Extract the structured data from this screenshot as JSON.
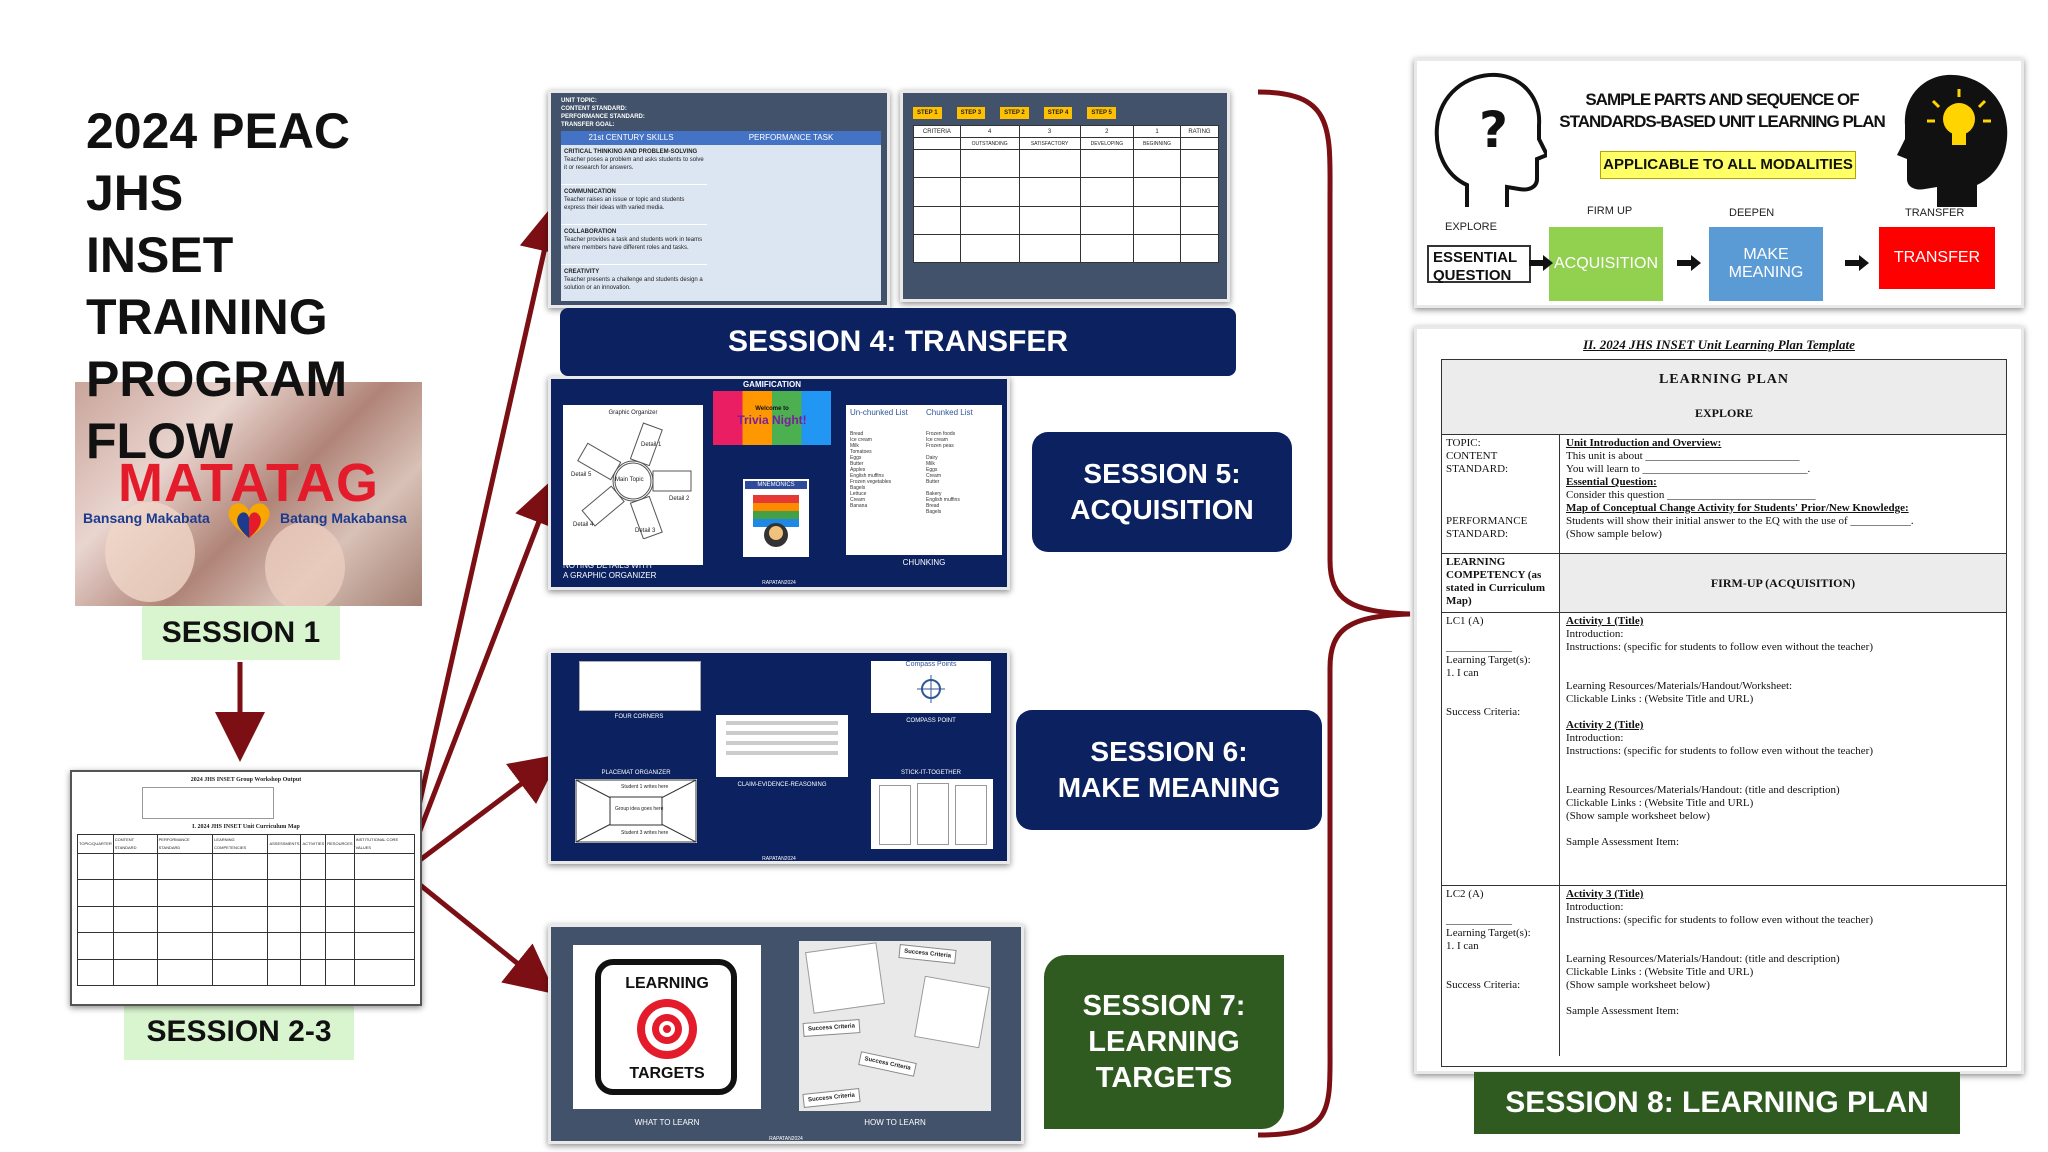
{
  "title_lines": [
    "2024 PEAC",
    "JHS",
    "INSET",
    "TRAINING",
    "PROGRAM",
    "FLOW"
  ],
  "matatag": {
    "word": "MATATAG",
    "left": "Bansang Makabata",
    "right": "Batang Makabansa"
  },
  "session1": "SESSION 1",
  "session23": "SESSION 2-3",
  "s23_doc": {
    "header": "2024 JHS INSET Group Workshop Output",
    "map_title": "I.   2024 JHS INSET Unit Curriculum Map",
    "cols": [
      "TOPIC/QUARTER",
      "CONTENT STANDARD",
      "PERFORMANCE STANDARD",
      "LEARNING COMPETENCIES",
      "ASSESSMENTS",
      "ACTIVITIES",
      "RESOURCES",
      "INSTITUTIONAL CORE VALUES"
    ]
  },
  "session4": "SESSION 4: TRANSFER",
  "s4_left": {
    "meta": [
      "UNIT TOPIC:",
      "CONTENT STANDARD:",
      "PERFORMANCE STANDARD:",
      "TRANSFER GOAL:"
    ],
    "h1": "21st CENTURY SKILLS",
    "h2": "PERFORMANCE TASK",
    "rows": [
      {
        "t": "CRITICAL THINKING AND PROBLEM-SOLVING",
        "d": "Teacher poses a problem and asks students to solve it or research for answers."
      },
      {
        "t": "COMMUNICATION",
        "d": "Teacher raises an issue or topic and students express their ideas with varied media."
      },
      {
        "t": "COLLABORATION",
        "d": "Teacher provides a task and students work in teams where members have different roles and tasks."
      },
      {
        "t": "CREATIVITY",
        "d": "Teacher presents a challenge and students design a solution or an innovation."
      }
    ]
  },
  "s4_right": {
    "steps": [
      "STEP 1",
      "STEP 3",
      "STEP 2",
      "STEP 4",
      "STEP 5"
    ],
    "header": [
      "CRITERIA",
      "4",
      "3",
      "2",
      "1",
      "RATING"
    ],
    "sub": [
      "",
      "OUTSTANDING",
      "SATISFACTORY",
      "DEVELOPING",
      "BEGINNING",
      ""
    ]
  },
  "session5": [
    "SESSION 5:",
    "ACQUISITION"
  ],
  "s5": {
    "organizer_title": "Graphic Organizer",
    "organizer_label": [
      "NOTING DETAILS WITH",
      "A GRAPHIC ORGANIZER"
    ],
    "center": "Main Topic",
    "spokes": [
      "Detail 1",
      "Detail 2",
      "Detail 3",
      "Detail 4",
      "Detail 5"
    ],
    "gam": "GAMIFICATION",
    "trivia": [
      "Welcome to",
      "Trivia Night!"
    ],
    "mnemonics": "MNEMONICS",
    "col1": "Un-chunked List",
    "col2": "Chunked List",
    "list1": [
      "Bread",
      "Ice cream",
      "Milk",
      "Tomatoes",
      "Eggs",
      "Butter",
      "Apples",
      "English muffins",
      "Frozen vegetables",
      "Bagels",
      "Lettuce",
      "Cream",
      "Banana"
    ],
    "list2": [
      "Frozen foods",
      "Ice cream",
      "Frozen peas",
      "",
      "Dairy",
      "Milk",
      "Eggs",
      "Cream",
      "Butter",
      "",
      "Bakery",
      "English muffins",
      "Bread",
      "Bagels"
    ],
    "chunk": "CHUNKING",
    "foot": "RAPATAN2024"
  },
  "session6": [
    "SESSION 6:",
    "MAKE MEANING"
  ],
  "s6": {
    "labels": [
      "FOUR CORNERS",
      "COMPASS POINT",
      "PLACEMAT ORGANIZER",
      "CLAIM-EVIDENCE-REASONING",
      "STICK-IT-TOGETHER"
    ],
    "compass_title": "Compass Points",
    "placemat": [
      "Student 1 writes here",
      "Group idea goes here",
      "Student 3 writes here"
    ],
    "foot": "RAPATAN2024"
  },
  "session7": [
    "SESSION 7:",
    "LEARNING",
    "TARGETS"
  ],
  "s7": {
    "lt_top": "LEARNING",
    "lt_bottom": "TARGETS",
    "what": "WHAT TO LEARN",
    "how": "HOW TO LEARN",
    "success": [
      "Success Criteria",
      "Success Criteria",
      "Success Criteria",
      "Success Criteria"
    ],
    "foot": "RAPATAN2024"
  },
  "s8_top": {
    "title": [
      "SAMPLE PARTS AND SEQUENCE OF",
      "STANDARDS-BASED UNIT LEARNING PLAN"
    ],
    "badge": "APPLICABLE TO ALL MODALITIES",
    "explore": "EXPLORE",
    "firmup": "FIRM UP",
    "deepen": "DEEPEN",
    "transfer_top": "TRANSFER",
    "eq": [
      "ESSENTIAL",
      "QUESTION"
    ],
    "acq": "ACQUISITION",
    "mm": [
      "MAKE",
      "MEANING"
    ],
    "transfer": "TRANSFER",
    "colors": {
      "acq": "#92d050",
      "mm": "#5b9bd5",
      "transfer": "#ff0000",
      "badge": "#ffff66"
    }
  },
  "s8_doc": {
    "header": "II. 2024 JHS INSET Unit Learning Plan Template",
    "lp": "LEARNING PLAN",
    "explore": "EXPLORE",
    "left1": [
      "TOPIC:",
      "CONTENT",
      "STANDARD:",
      "",
      "",
      "",
      "PERFORMANCE",
      "STANDARD:"
    ],
    "right1": [
      "Unit Introduction and Overview:",
      "This unit is about ____________________________",
      "You will learn to ______________________________.",
      "Essential Question:",
      "Consider this question ___________________________",
      "Map of Conceptual Change Activity for Students' Prior/New  Knowledge:",
      "Students will show their initial answer to the EQ with the use of ___________.",
      "(Show sample below)"
    ],
    "lc_head": [
      "LEARNING",
      "COMPETENCY (as",
      "stated in Curriculum",
      "Map)"
    ],
    "firmup": "FIRM-UP (ACQUISITION)",
    "lc1": [
      "LC1 (A)",
      "",
      "____________",
      "Learning Target(s):",
      "1. I can",
      "",
      "",
      "Success Criteria:"
    ],
    "act1": [
      "Activity 1 (Title)",
      "Introduction:",
      "Instructions: (specific for students to follow even without the teacher)",
      "",
      "",
      "Learning Resources/Materials/Handout/Worksheet:",
      "Clickable Links : (Website Title and URL)",
      "",
      "Activity 2 (Title)",
      "Introduction:",
      "Instructions: (specific for students to follow even without the teacher)",
      "",
      "",
      "Learning Resources/Materials/Handout: (title and description)",
      "Clickable Links : (Website Title and URL)",
      "(Show sample worksheet below)",
      "",
      "Sample Assessment Item:"
    ],
    "lc2": [
      "LC2 (A)",
      "",
      "____________",
      "Learning Target(s):",
      "1. I can",
      "",
      "",
      "Success Criteria:"
    ],
    "act3": [
      "Activity 3 (Title)",
      "Introduction:",
      "Instructions: (specific for students to follow even without the teacher)",
      "",
      "",
      "Learning Resources/Materials/Handout: (title and description)",
      "Clickable Links : (Website Title and URL)",
      "(Show sample worksheet below)",
      "",
      "Sample Assessment Item:"
    ]
  },
  "session8": "SESSION 8: LEARNING PLAN",
  "colors": {
    "navy": "#0b2160",
    "arrow": "#7b0f14",
    "green_label": "#d9f5cf",
    "dark_green": "#2f5b20",
    "slate": "#44546a"
  }
}
